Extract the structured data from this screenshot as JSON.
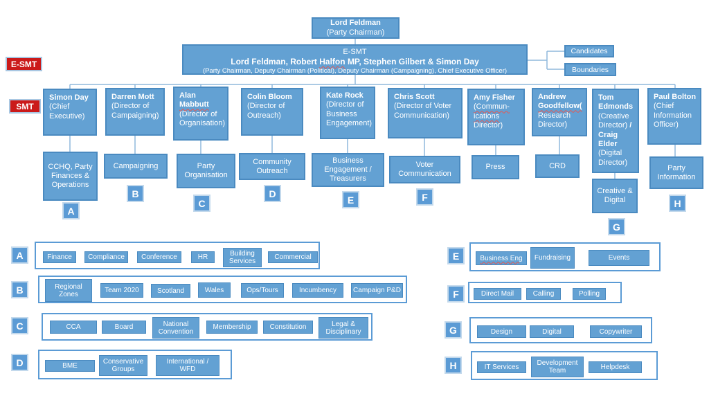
{
  "palette": {
    "box_fill": "#63a1d3",
    "box_border": "#4a8ac0",
    "line": "#8fb8dc",
    "red_tag": "#cb1a1a",
    "white": "#ffffff"
  },
  "top": {
    "chairman": {
      "name": "Lord Feldman",
      "role": "(Party Chairman)"
    },
    "esmt": {
      "label": "E-SMT",
      "names_a": "Lord Feldman, Robert",
      "names_wavy": "Halfon",
      "names_b": "MP, Stephen Gilbert & Simon Day",
      "roles": "(Party Chairman, Deputy Chairman (Political), Deputy Chairman (Campaigning), Chief Executive Officer)"
    },
    "candidates": "Candidates",
    "boundaries": "Boundaries"
  },
  "tags": {
    "esmt": "E-SMT",
    "smt": "SMT"
  },
  "smt": [
    {
      "name": "Simon Day",
      "role": "(Chief Executive)"
    },
    {
      "name": "Darren Mott",
      "role": "(Director of Campaigning)"
    },
    {
      "name_a": "Alan",
      "name_wavy": "Mabbutt",
      "role": "(Director of Organisation)"
    },
    {
      "name": "Colin Bloom",
      "role": "(Director of Outreach)"
    },
    {
      "name": "Kate Rock",
      "role": "(Director of Business Engagement)"
    },
    {
      "name": "Chris Scott",
      "role": "(Director of Voter Communication)"
    },
    {
      "name": "Amy Fisher",
      "role_wavy": "(Commun-ications",
      "role": "Director)"
    },
    {
      "name_a": "Andrew",
      "name_wavy": "Goodfellow(",
      "role": "Research Director)"
    },
    {
      "name": "Tom Edmonds",
      "role": "(Creative Director)",
      "name2": "/ Craig Elder",
      "role2": "(Digital Director)"
    },
    {
      "name": "Paul Bolton",
      "role": "(Chief Information Officer)"
    }
  ],
  "departments": [
    {
      "label": "CCHQ, Party Finances & Operations",
      "letter": "A"
    },
    {
      "label": "Campaigning",
      "letter": "B"
    },
    {
      "label": "Party Organisation",
      "letter": "C"
    },
    {
      "label": "Community Outreach",
      "letter": "D"
    },
    {
      "label": "Business Engagement / Treasurers",
      "letter": "E"
    },
    {
      "label": "Voter Communication",
      "letter": "F"
    },
    {
      "label": "Press"
    },
    {
      "label": "CRD"
    },
    {
      "label": "Creative & Digital",
      "letter": "G"
    },
    {
      "label": "Party Information",
      "letter": "H"
    }
  ],
  "groups": [
    {
      "letter": "A",
      "items": [
        "Finance",
        "Compliance",
        "Conference",
        "HR",
        "Building Services",
        "Commercial"
      ]
    },
    {
      "letter": "B",
      "items": [
        "Regional Zones",
        "Team 2020",
        "Scotland",
        "Wales",
        "Ops/Tours",
        "Incumbency",
        "Campaign P&D"
      ]
    },
    {
      "letter": "C",
      "items": [
        "CCA",
        "Board",
        "National Convention",
        "Membership",
        "Constitution",
        "Legal & Disciplinary"
      ]
    },
    {
      "letter": "D",
      "items": [
        "BME",
        "Conservative Groups",
        "International / WFD"
      ]
    },
    {
      "letter": "E",
      "items": [
        "Business Eng",
        "Fundraising",
        "Events"
      ]
    },
    {
      "letter": "F",
      "items": [
        "Direct Mail",
        "Calling",
        "Polling"
      ]
    },
    {
      "letter": "G",
      "items": [
        "Design",
        "Digital",
        "Copywriter"
      ]
    },
    {
      "letter": "H",
      "items": [
        "IT Services",
        "Development Team",
        "Helpdesk"
      ]
    }
  ]
}
